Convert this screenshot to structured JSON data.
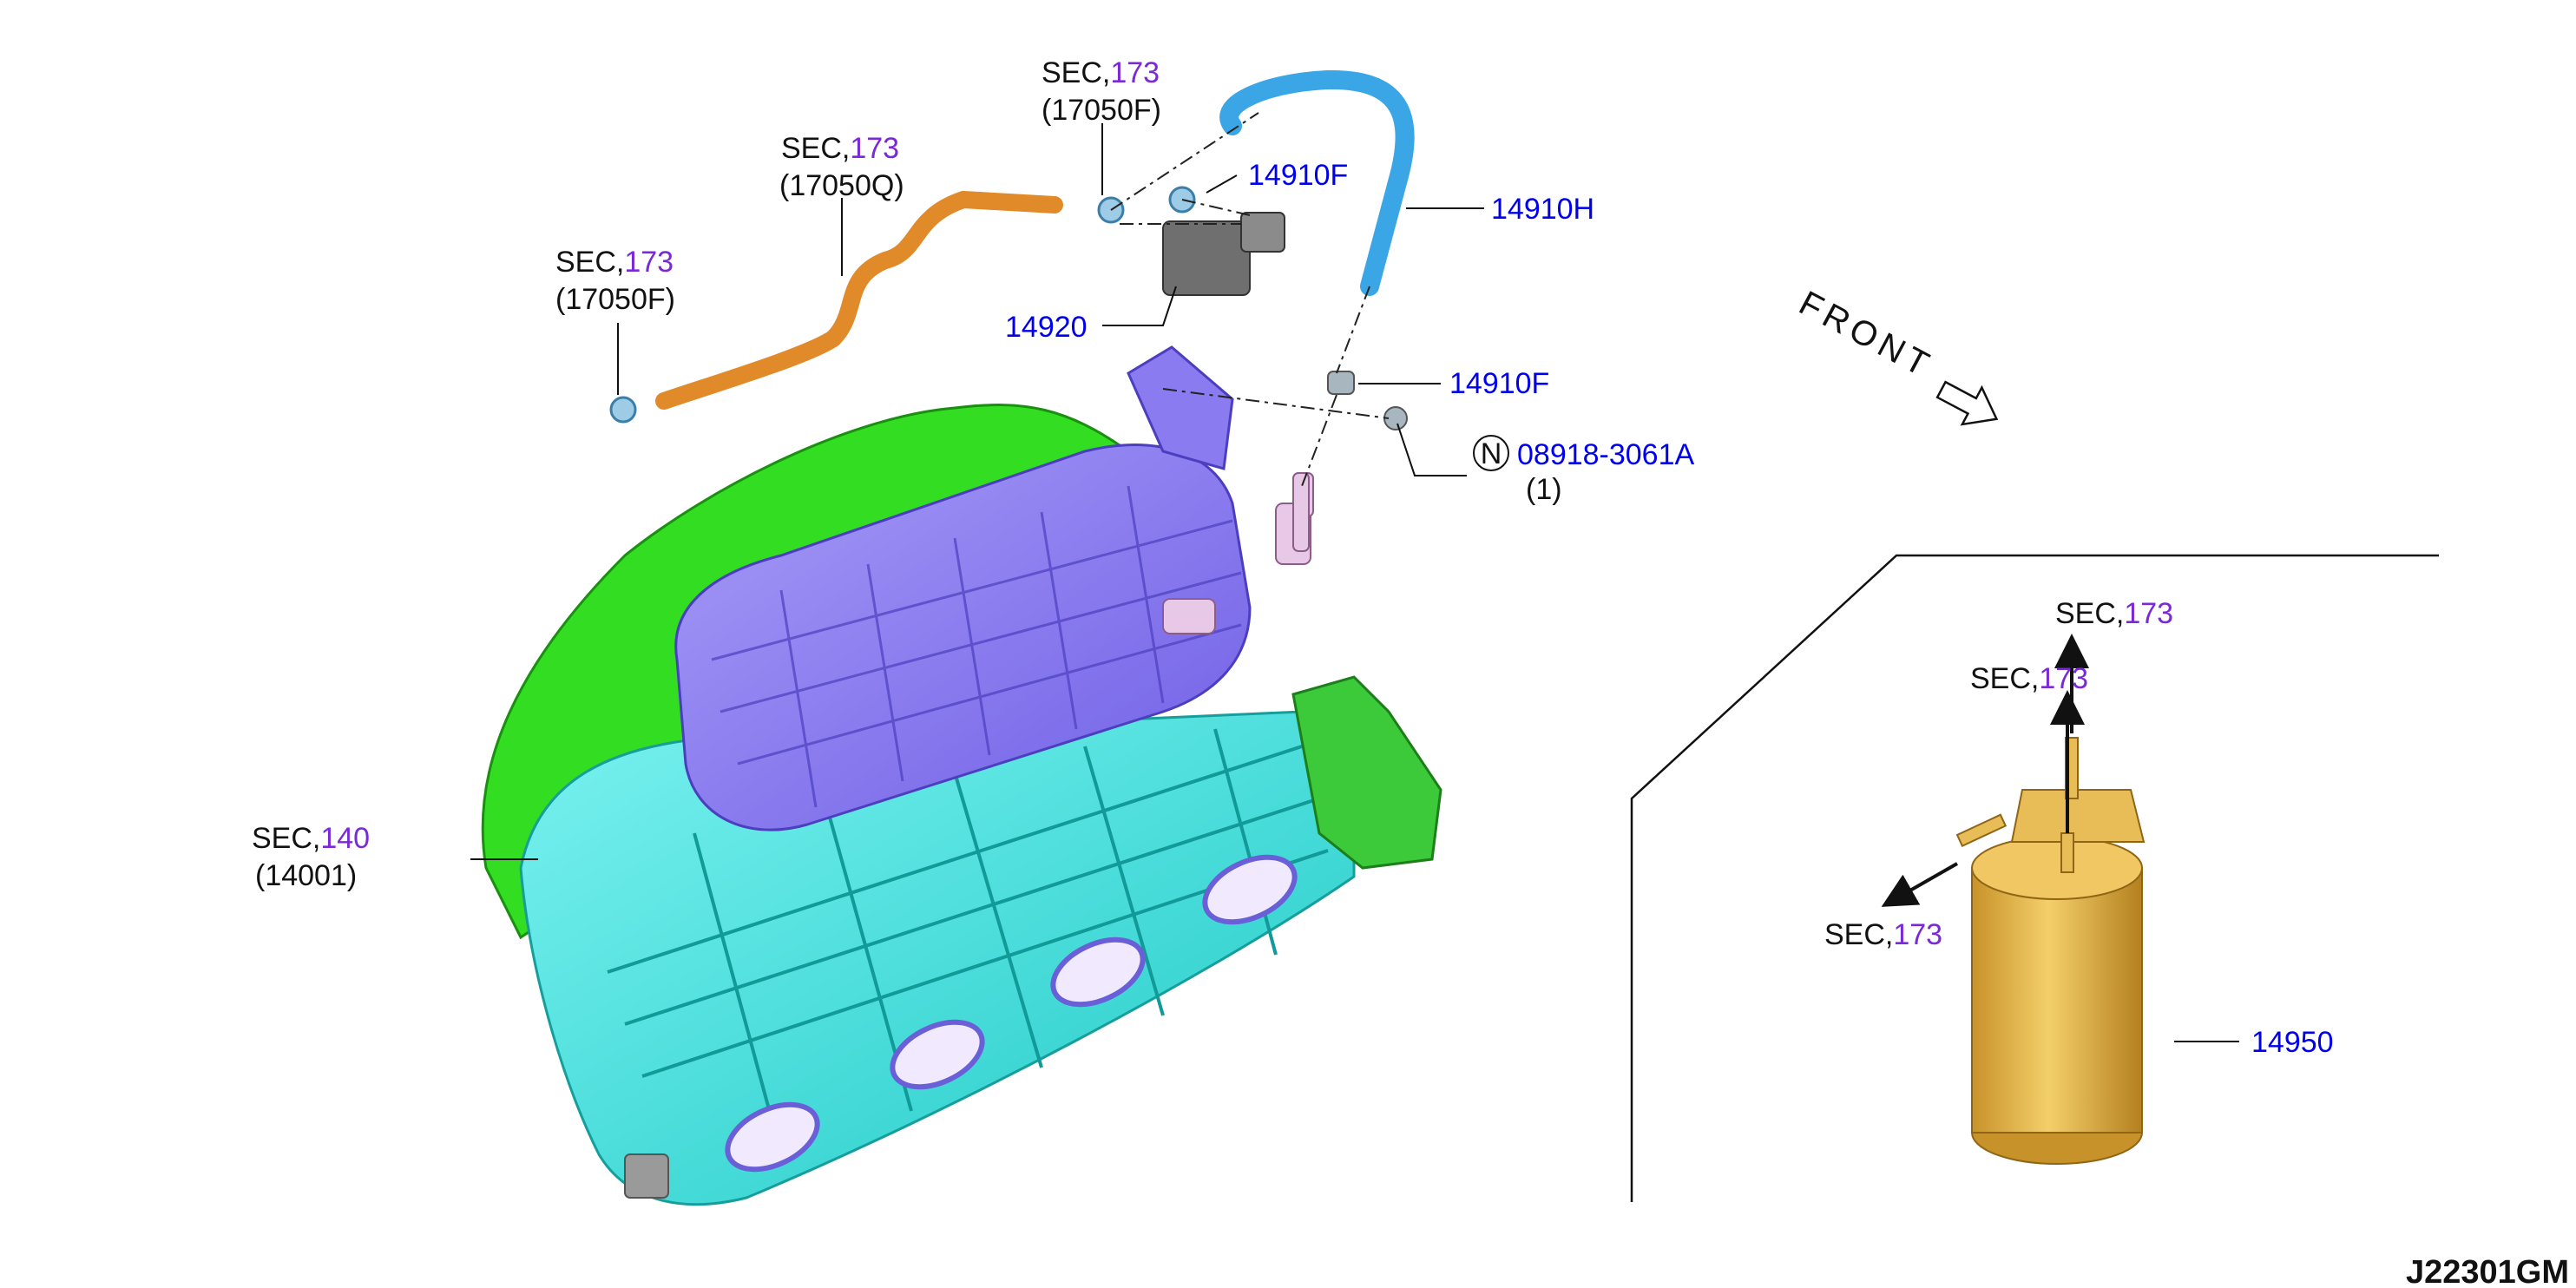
{
  "labels": {
    "sec_word": "SEC,",
    "sec_173": "173",
    "sec_140": "140",
    "p17050F": "(17050F)",
    "p17050Q": "(17050Q)",
    "p14001": "(14001)",
    "p14910F": "14910F",
    "p14910H": "14910H",
    "p14920": "14920",
    "p08918": "08918-3061A",
    "qty1": "(1)",
    "n_mark": "N",
    "p14950": "14950",
    "front": "FRONT",
    "diagram_id": "J22301GM"
  },
  "colors": {
    "link_blue": "#0000ee",
    "sec_purple": "#7a28d8",
    "plenum_purple": "#8a7cf0",
    "runner_cyan": "#3fe3e0",
    "gasket_green": "#33dd22",
    "hose_orange": "#e08a2a",
    "hose_blue": "#3aa6e6",
    "canister_gold": "#e0b44a"
  }
}
